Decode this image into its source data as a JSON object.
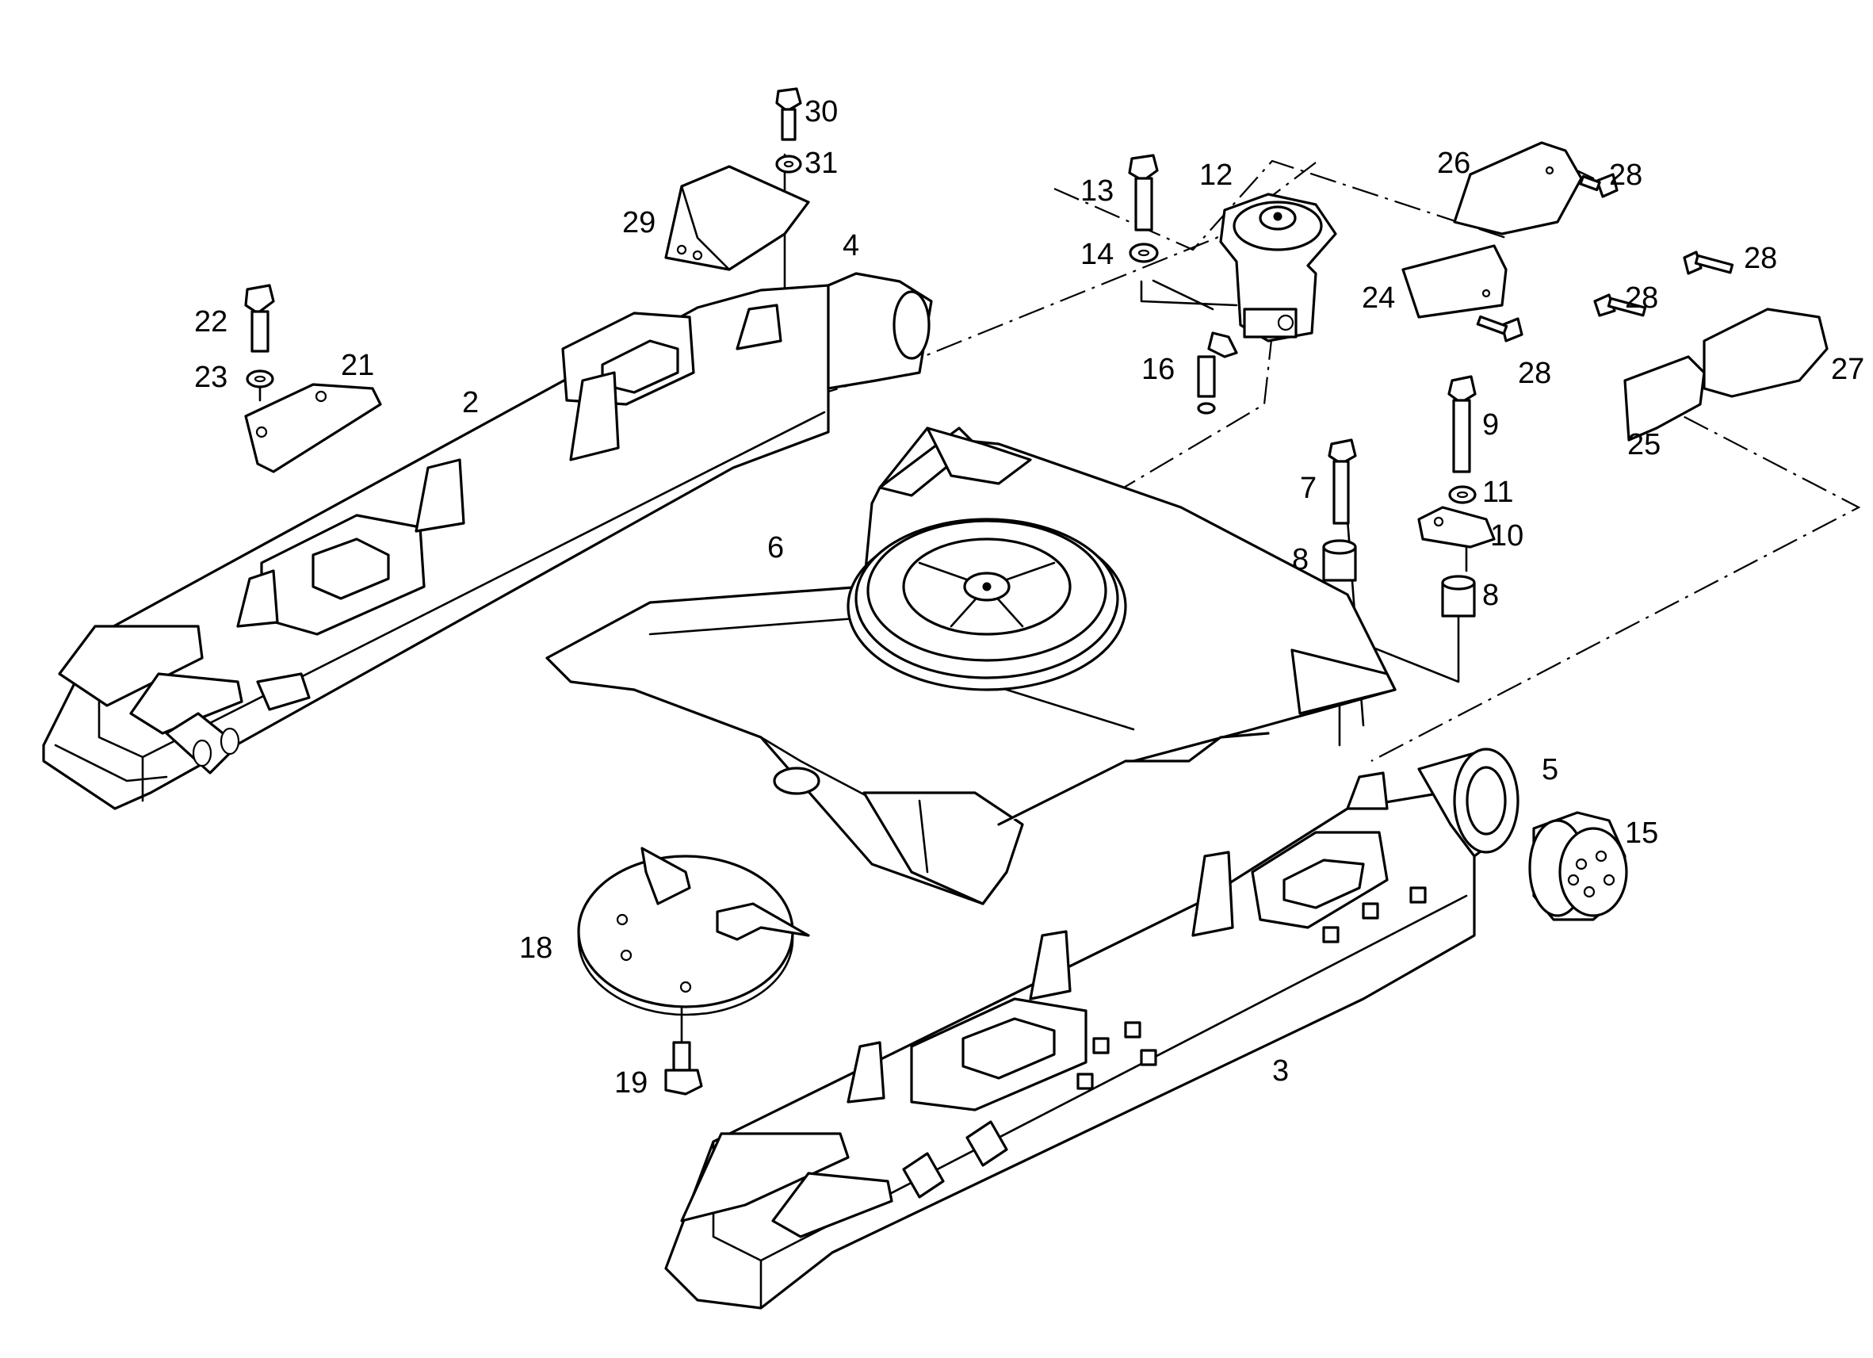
{
  "callouts": {
    "p2": "2",
    "p3": "3",
    "p4": "4",
    "p5": "5",
    "p6": "6",
    "p7": "7",
    "p8a": "8",
    "p8b": "8",
    "p9": "9",
    "p10": "10",
    "p11": "11",
    "p12": "12",
    "p13": "13",
    "p14": "14",
    "p15": "15",
    "p16": "16",
    "p18": "18",
    "p19": "19",
    "p21": "21",
    "p22": "22",
    "p23": "23",
    "p24": "24",
    "p25": "25",
    "p26": "26",
    "p27": "27",
    "p28a": "28",
    "p28b": "28",
    "p28c": "28",
    "p28d": "28",
    "p29": "29",
    "p30": "30",
    "p31": "31"
  }
}
